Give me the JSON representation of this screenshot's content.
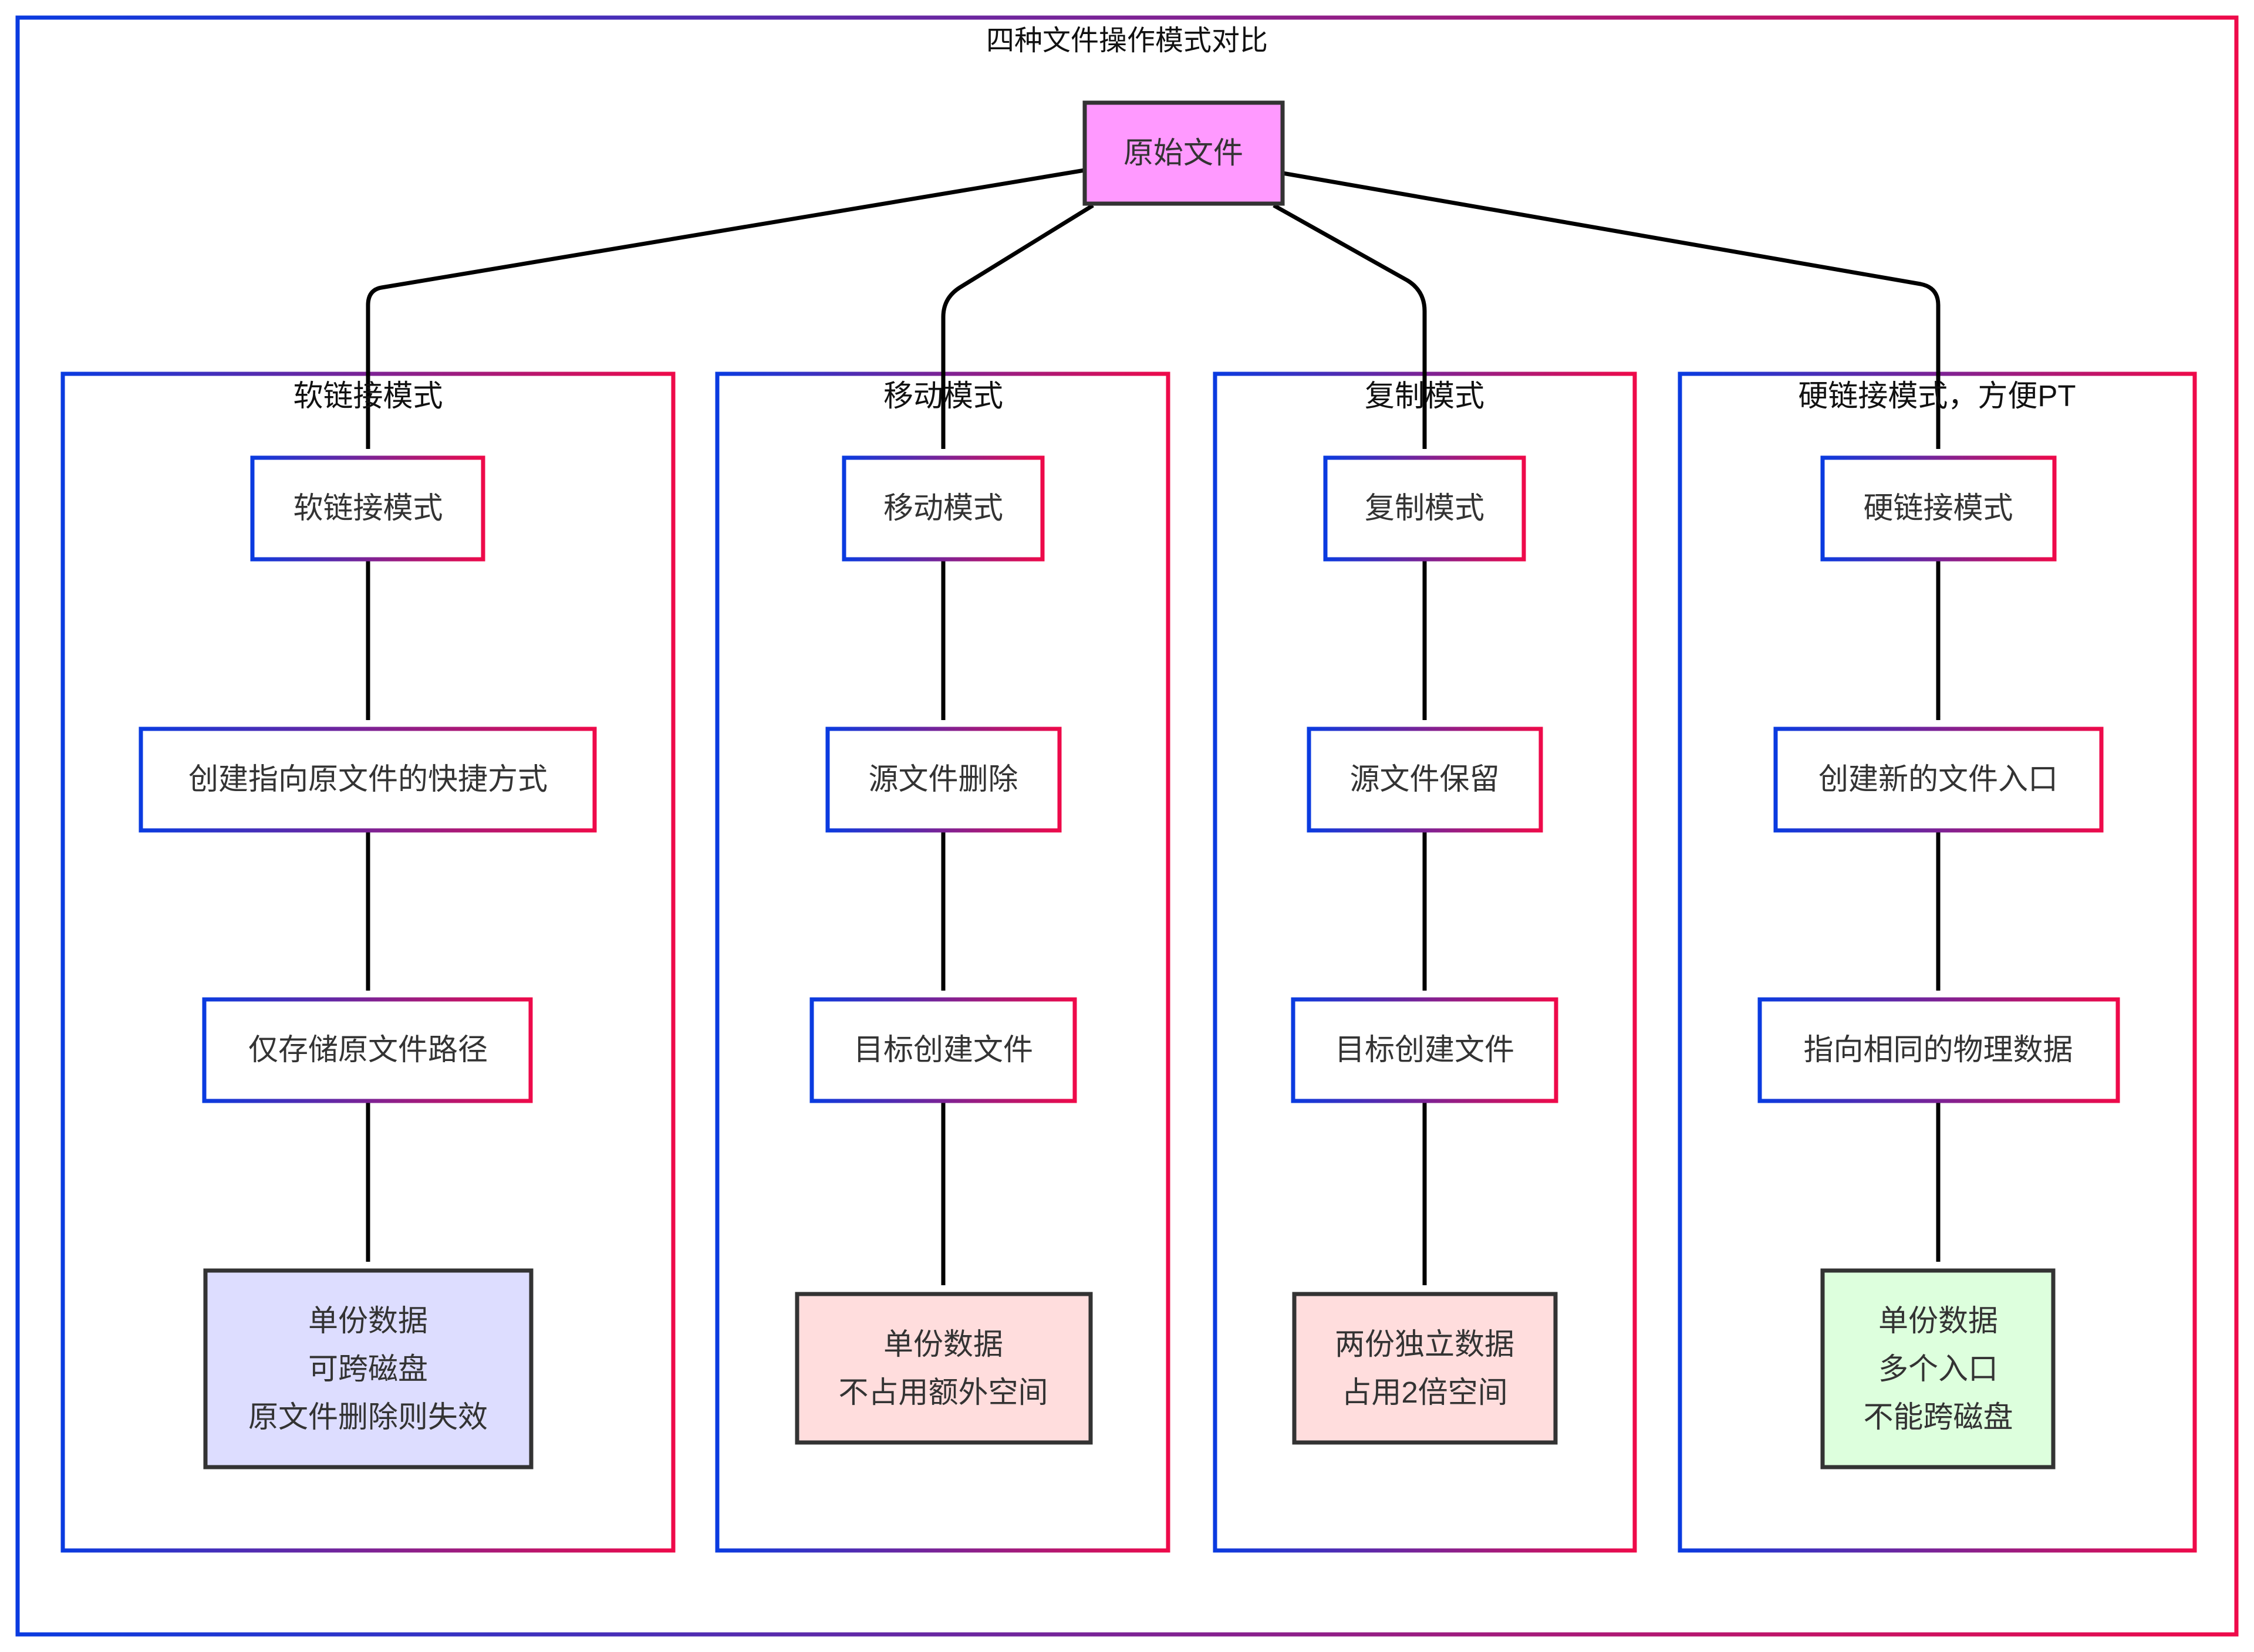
{
  "title": "四种文件操作模式对比",
  "root": {
    "label": "原始文件",
    "color": "#ff99ff"
  },
  "groups": [
    {
      "title": "软链接模式",
      "steps": [
        "软链接模式",
        "创建指向原文件的快捷方式",
        "仅存储原文件路径"
      ],
      "result": {
        "lines": [
          "单份数据",
          "可跨磁盘",
          "原文件删除则失效"
        ],
        "color": "#ddddff"
      }
    },
    {
      "title": "移动模式",
      "steps": [
        "移动模式",
        "源文件删除",
        "目标创建文件"
      ],
      "result": {
        "lines": [
          "单份数据",
          "不占用额外空间"
        ],
        "color": "#ffdddd"
      }
    },
    {
      "title": "复制模式",
      "steps": [
        "复制模式",
        "源文件保留",
        "目标创建文件"
      ],
      "result": {
        "lines": [
          "两份独立数据",
          "占用2倍空间"
        ],
        "color": "#ffdddd"
      }
    },
    {
      "title": "硬链接模式，方便PT",
      "steps": [
        "硬链接模式",
        "创建新的文件入口",
        "指向相同的物理数据"
      ],
      "result": {
        "lines": [
          "单份数据",
          "多个入口",
          "不能跨磁盘"
        ],
        "color": "#ddffdd"
      }
    }
  ],
  "colors": {
    "gradient_start": "#0a3be0",
    "gradient_end": "#ee0a4a",
    "edge": "#000000"
  }
}
